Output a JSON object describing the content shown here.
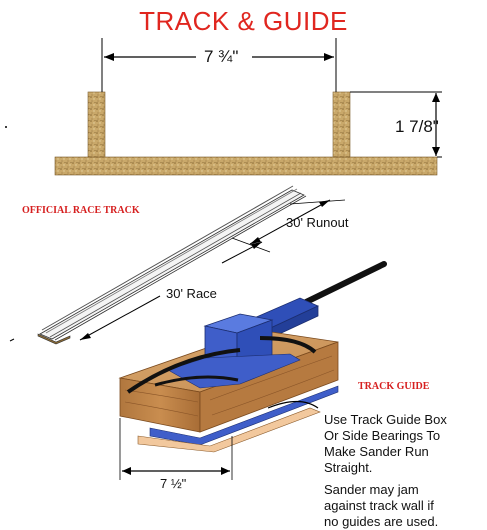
{
  "title": "TRACK & GUIDE",
  "colors": {
    "title": "#e0261f",
    "wood": "#c9a86a",
    "guide_box": "#3f5ec9",
    "label_red": "#d61f1f"
  },
  "track_section": {
    "width_label": "7 ¾\"",
    "height_label": "1 7/8\""
  },
  "official_track": {
    "heading": "OFFICIAL RACE TRACK",
    "runout_label": "30' Runout",
    "race_label": "30' Race"
  },
  "guide": {
    "heading": "TRACK GUIDE",
    "width_label": "7 ½\"",
    "note_1": [
      "Use Track Guide Box",
      "Or Side Bearings To",
      "Make Sander Run",
      "Straight."
    ],
    "note_2": [
      "Sander may jam",
      "against track wall if",
      "no guides are used."
    ]
  }
}
